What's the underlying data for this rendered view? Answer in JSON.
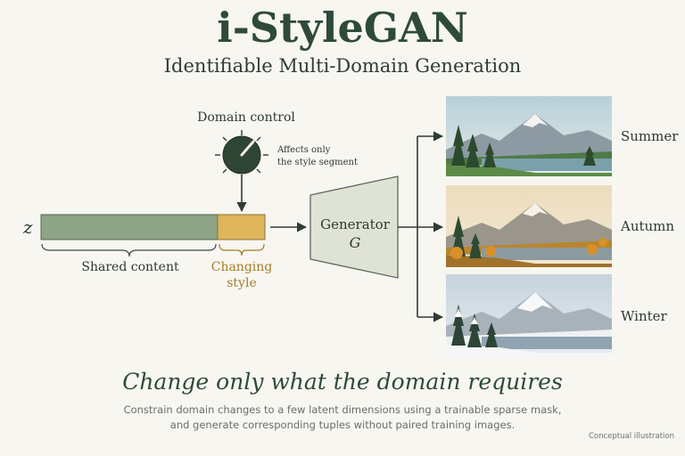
{
  "header": {
    "title": "i-StyleGAN",
    "subtitle": "Identifiable Multi-Domain Generation"
  },
  "diagram": {
    "latent_symbol": "z",
    "knob_label": "Domain control",
    "knob_note_line1": "Affects only",
    "knob_note_line2": "the style segment",
    "shared_label": "Shared content",
    "style_label_line1": "Changing",
    "style_label_line2": "style",
    "generator_label": "Generator",
    "generator_symbol": "G",
    "outputs": [
      {
        "label": "Summer",
        "scene": "summer-landscape"
      },
      {
        "label": "Autumn",
        "scene": "autumn-landscape"
      },
      {
        "label": "Winter",
        "scene": "winter-landscape"
      }
    ]
  },
  "footer": {
    "tagline": "Change only what the domain requires",
    "description_line1": "Constrain domain changes to a few latent dimensions using a trainable sparse mask,",
    "description_line2": "and generate corresponding tuples without paired training images.",
    "note": "Conceptual illustration"
  },
  "colors": {
    "shared_bar": "#8ea487",
    "style_bar": "#e0b65c",
    "style_text": "#a77b22",
    "generator_fill": "#dfe3d5",
    "knob": "#2f4534",
    "title": "#2f4a39"
  }
}
